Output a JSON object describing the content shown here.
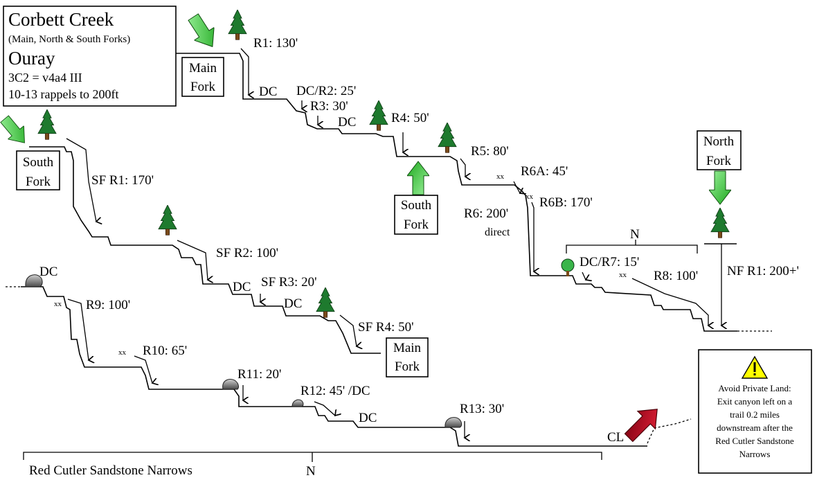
{
  "title": {
    "name": "Corbett Creek",
    "forks": "(Main, North & South Forks)",
    "region": "Ouray",
    "rating": "3C2 = v4a4 III",
    "rappels": "10-13 rappels to 200ft"
  },
  "entries": {
    "main_fork_top": [
      "Main",
      "Fork"
    ],
    "south_fork_top": [
      "South",
      "Fork"
    ],
    "south_fork_mid": [
      "South",
      "Fork"
    ],
    "main_fork_bottom": [
      "Main",
      "Fork"
    ],
    "north_fork": [
      "North",
      "Fork"
    ]
  },
  "labels": {
    "r1": "R1: 130'",
    "dc1": "DC",
    "dc_r2": "DC/R2: 25'",
    "r3": "R3: 30'",
    "dc2": "DC",
    "r4": "R4: 50'",
    "r5": "R5: 80'",
    "xx_r6a": "xx",
    "r6a": "R6A: 45'",
    "xx_r6b": "xx",
    "r6b": "R6B: 170'",
    "r6": "R6: 200'",
    "r6_direct": "direct",
    "n_top": "N",
    "dc_r7": "DC/R7: 15'",
    "xx_r8": "xx",
    "r8": "R8: 100'",
    "nf_r1": "NF R1: 200+'",
    "sf_r1": "SF R1: 170'",
    "sf_r2": "SF R2: 100'",
    "sf_dc1": "DC",
    "sf_r3": "SF R3: 20'",
    "sf_dc2": "DC",
    "sf_r4": "SF R4: 50'",
    "dc_low": "DC",
    "xx_r9": "xx",
    "r9": "R9: 100'",
    "xx_r10": "xx",
    "r10": "R10: 65'",
    "r11": "R11: 20'",
    "r12": "R12: 45' /DC",
    "dc_low2": "DC",
    "r13": "R13: 30'",
    "cl": "CL",
    "narrows": "Red Cutler Sandstone Narrows",
    "n_bottom": "N"
  },
  "warning": {
    "icon": "warning-triangle-icon",
    "lines": [
      "Avoid Private Land:",
      "Exit canyon left on a",
      "trail 0.2 miles",
      "downstream after the",
      "Red Cutler Sandstone",
      "Narrows"
    ]
  },
  "colors": {
    "green_arrow": "#33cc33",
    "tree": "#1e7a2e",
    "red_arrow": "#c8102e",
    "warning": "#ffff00"
  }
}
